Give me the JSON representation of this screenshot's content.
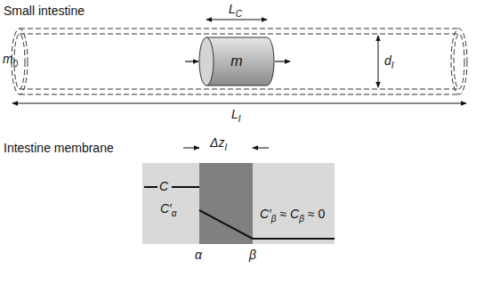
{
  "diagram": {
    "nodes": [
      {
        "text": [
          "m"
        ]
      }
    ],
    "labels": [
      "Small intestine",
      "L",
      "C",
      "m",
      "0",
      "d",
      "I",
      "L",
      "I",
      "Intestine membrane",
      "Δz",
      "I",
      "C",
      "C′",
      "α",
      "C′",
      "β",
      "≈ C",
      "β",
      "≈ 0",
      "α",
      "β"
    ]
  }
}
